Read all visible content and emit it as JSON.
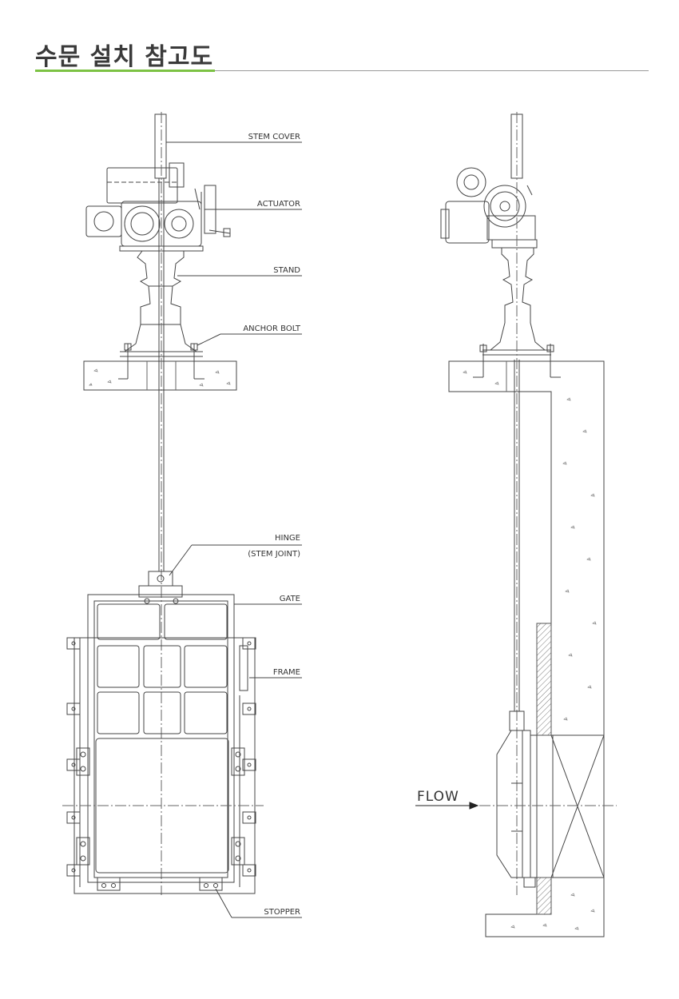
{
  "title": "수문 설치 참고도",
  "colors": {
    "accent": "#7cc243",
    "rule": "#9a9a9a",
    "line": "#444444",
    "text": "#333333"
  },
  "labels": {
    "stem_cover": "STEM  COVER",
    "actuator": "ACTUATOR",
    "stand": "STAND",
    "anchor_bolt": "ANCHOR  BOLT",
    "hinge": "HINGE",
    "stem_joint": "(STEM  JOINT)",
    "gate": "GATE",
    "frame": "FRAME",
    "stopper": "STOPPER",
    "flow": "FLOW"
  }
}
